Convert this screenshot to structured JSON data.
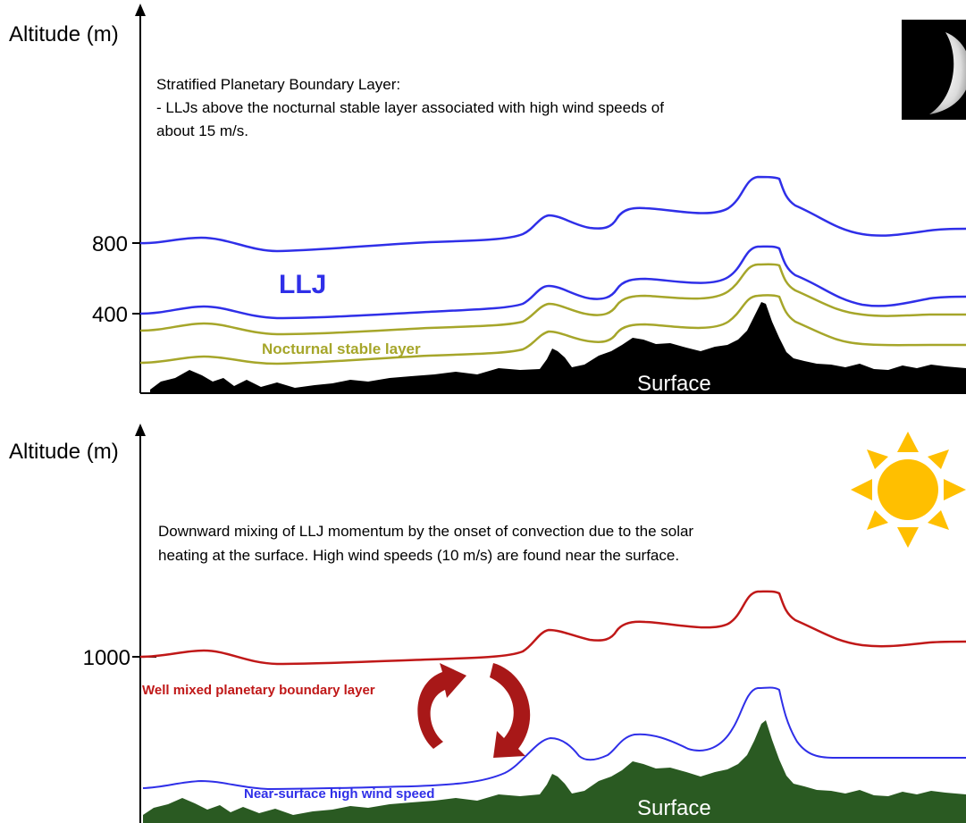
{
  "colors": {
    "llj_blue": "#2f2fe8",
    "stable_olive": "#a6a62a",
    "mixed_red": "#c01818",
    "arrow_red": "#a81818",
    "night_surface": "#000000",
    "day_surface": "#2a5a22",
    "sun_yellow": "#ffbf00"
  },
  "top_panel": {
    "axis_title": "Altitude (m)",
    "ticks": [
      "800",
      "400"
    ],
    "description": [
      "Stratified Planetary Boundary Layer:",
      "- LLJs above the nocturnal stable layer associated with high wind speeds of",
      "about 15 m/s."
    ],
    "llj_label": "LLJ",
    "stable_layer_label": "Nocturnal stable layer",
    "surface_label": "Surface",
    "icon": "moon-icon"
  },
  "bottom_panel": {
    "axis_title": "Altitude (m)",
    "ticks": [
      "1000"
    ],
    "description": [
      "Downward mixing of LLJ momentum by the onset of convection due to the solar",
      "heating at the surface. High wind speeds (10 m/s) are found near the surface."
    ],
    "mixed_layer_label": "Well mixed planetary boundary layer",
    "near_surface_label": "Near-surface high wind speed",
    "surface_label": "Surface",
    "icon": "sun-icon"
  }
}
